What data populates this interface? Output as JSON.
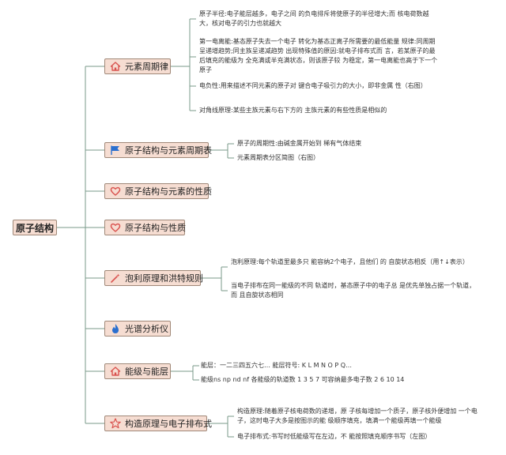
{
  "root": {
    "label": "原子结构"
  },
  "branches": [
    {
      "label": "元素周期律",
      "icon": "house-icon",
      "leaves": [
        "原子半径:电子能层越多，电子之间 的负电排斥将使原子的半径增大;而 核电荷数越大，核对电子的引力也就越大",
        "第一电离能:基态原子失去一个电子 转化为基态正离子所需要的最低能量 规律:同周期呈递增趋势;同主族呈递减趋势 出现特殊值的原因:就电子排布式而 言，若某原子的最后填充的能级为 全充满或半充满状态，则该原子较 为稳定，第一电离能也高于下一个原子",
        "电负性:用来描述不同元素的原子对 键合电子吸引力的大小，即非金属 性（右图）",
        "对角线原理:某些主族元素与右下方的 主族元素的有些性质是相似的"
      ]
    },
    {
      "label": "原子结构与元素周期表",
      "icon": "flag-icon",
      "leaves": [
        "原子的周期性:由碱金属开始到 稀有气体结束",
        "元素周期表分区简图（右图）"
      ]
    },
    {
      "label": "原子结构与元素的性质",
      "icon": "heart-icon",
      "leaves": []
    },
    {
      "label": "原子结构与性质",
      "icon": "heart-icon",
      "leaves": []
    },
    {
      "label": "泡利原理和洪特规则",
      "icon": "wand-icon",
      "leaves": [
        "泡利原理:每个轨道里最多只 能容纳2个电子，且他们 的 自旋状态相反（用↑↓表示）",
        "当电子排布在同一能级的不同 轨道时，基态原子中的电子总 是优先单独占据一个轨道，而 且自旋状态相同"
      ]
    },
    {
      "label": "光谱分析仪",
      "icon": "flame-icon",
      "leaves": []
    },
    {
      "label": "能级与能层",
      "icon": "house-icon",
      "leaves": [
        "能层：一二三四五六七… 能层符号: K L M N O P Q…",
        "能级ns np nd nf 各能级的轨道数 1 3 5 7 可容纳最多电子数 2 6 10 14"
      ]
    },
    {
      "label": "构造原理与电子排布式",
      "icon": "star-icon",
      "leaves": [
        "构造原理:随着原子核电荷数的递增，原 子核每增加一个质子，原子核外便增加 一个电子，这时电子大多是按图示的能 级顺序填充，填满一个能级再填一个能级",
        "电子排布式:书写时低能级写在左边，不 能按照填充顺序书写（左图）"
      ]
    }
  ],
  "colors": {
    "node_fill": "#f6ddd2",
    "node_border": "#a08878",
    "line": "#7a9a8a",
    "icon_red": "#d9534f",
    "icon_blue": "#2a6fcf"
  }
}
